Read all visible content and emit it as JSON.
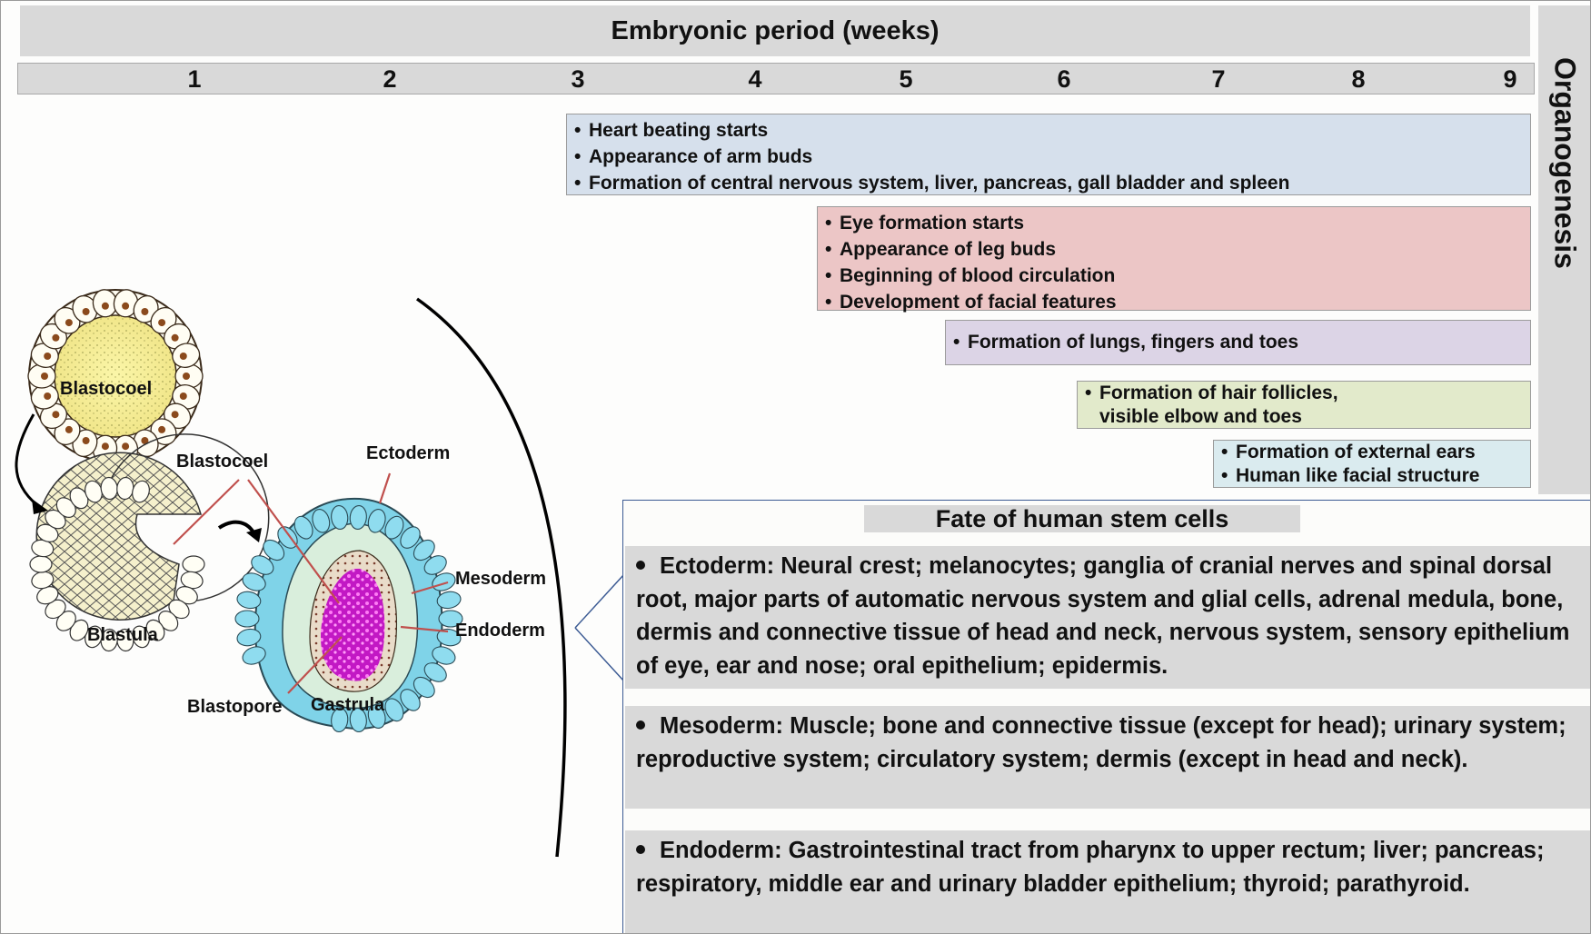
{
  "header": {
    "title": "Embryonic period (weeks)"
  },
  "weeks": [
    "1",
    "2",
    "3",
    "4",
    "5",
    "6",
    "7",
    "8",
    "9"
  ],
  "side_label": "Organogenesis",
  "milestones": [
    {
      "items": [
        "Heart beating starts",
        "Appearance of arm buds",
        "Formation of central nervous system, liver, pancreas, gall bladder and spleen"
      ],
      "color": "#d6e0ec"
    },
    {
      "items": [
        "Eye formation starts",
        "Appearance of leg buds",
        "Beginning of blood circulation",
        "Development of facial features"
      ],
      "color": "#ecc6c6"
    },
    {
      "items": [
        "Formation of lungs, fingers and toes"
      ],
      "color": "#dcd4e6"
    },
    {
      "items": [
        "Formation of hair follicles,\nvisible elbow and toes"
      ],
      "color": "#e2eacb"
    },
    {
      "items": [
        "Formation of external ears",
        "Human like facial structure"
      ],
      "color": "#daebef"
    }
  ],
  "diagram": {
    "labels": {
      "blastocoel_top": "Blastocoel",
      "blastocoel": "Blastocoel",
      "blastula": "Blastula",
      "ectoderm": "Ectoderm",
      "mesoderm": "Mesoderm",
      "endoderm": "Endoderm",
      "blastopore": "Blastopore",
      "gastrula": "Gastrula"
    }
  },
  "fate": {
    "title": "Fate of human stem cells",
    "entries": [
      "Ectoderm: Neural crest; melanocytes; ganglia of cranial nerves and spinal dorsal root, major parts of automatic nervous system and glial cells, adrenal medula, bone, dermis and connective tissue of head and neck, nervous system, sensory epithelium of eye, ear and nose; oral epithelium; epidermis.",
      "Mesoderm: Muscle; bone and connective tissue (except for head); urinary system; reproductive system; circulatory system; dermis (except in head and neck).",
      "Endoderm: Gastrointestinal tract from pharynx to upper rectum; liver; pancreas; respiratory, middle ear and urinary bladder epithelium; thyroid; parathyroid."
    ]
  },
  "colors": {
    "bar_gray": "#d9d9d9",
    "pointer_line": "#c0504d",
    "fate_border": "#3b5a93"
  }
}
